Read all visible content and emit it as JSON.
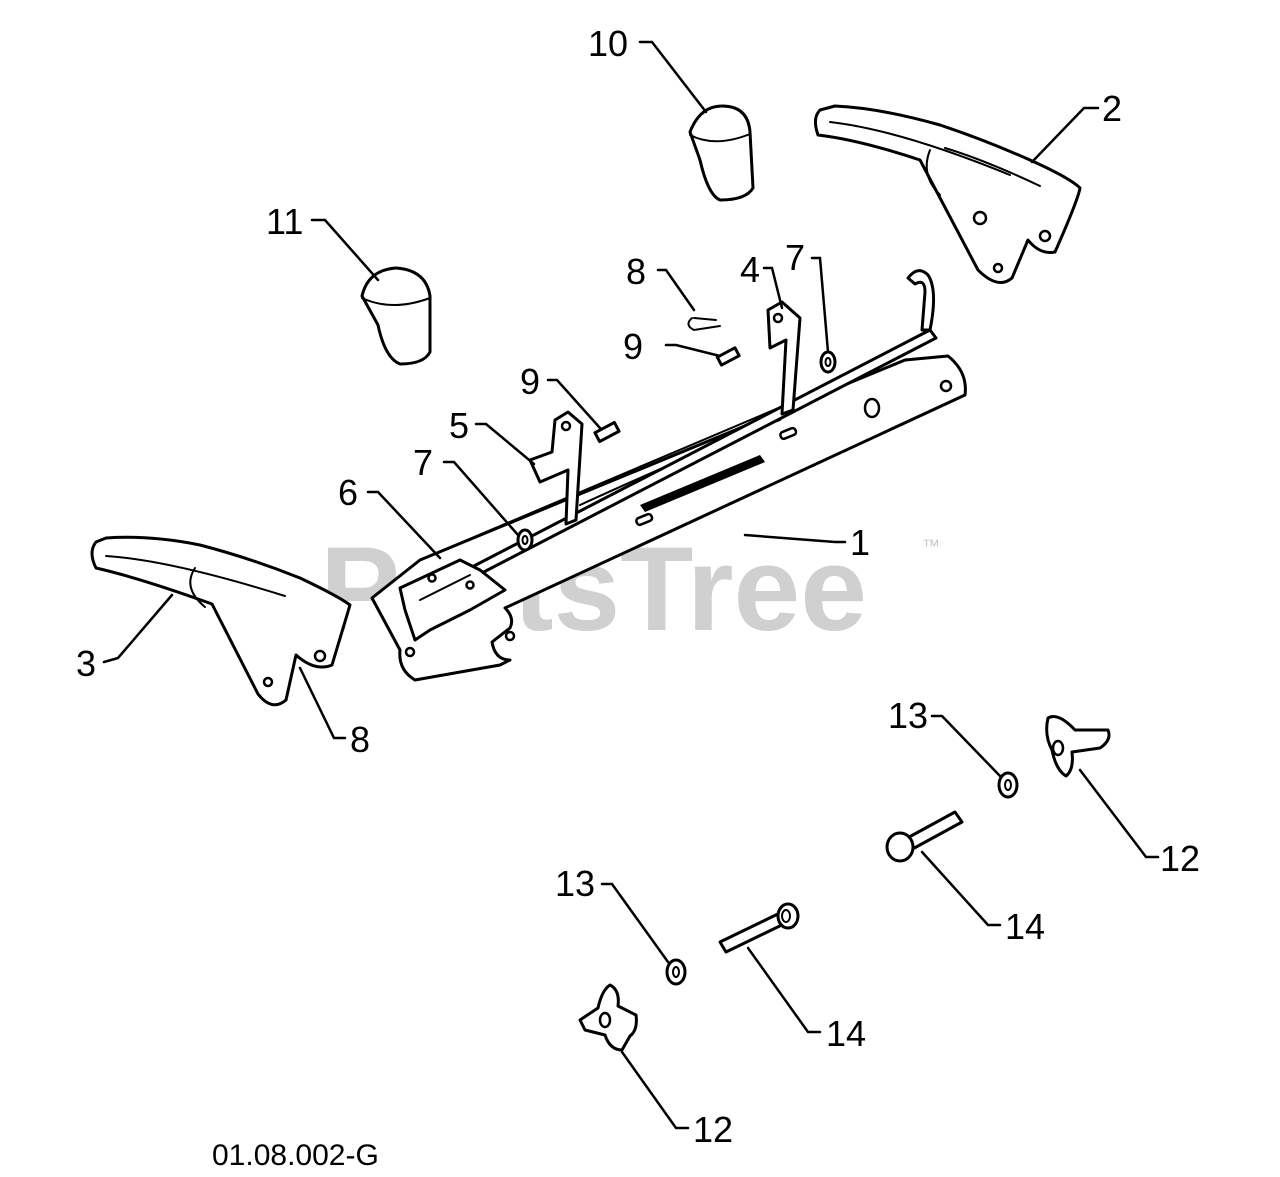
{
  "watermark": {
    "brand": "PartsTree",
    "tm": "™"
  },
  "diagram_code": "01.08.002-G",
  "callouts": {
    "c1": "1",
    "c2": "2",
    "c3": "3",
    "c4": "4",
    "c5": "5",
    "c6": "6",
    "c7a": "7",
    "c7b": "7",
    "c8a": "8",
    "c8b": "8",
    "c9a": "9",
    "c9b": "9",
    "c10": "10",
    "c11": "11",
    "c12a": "12",
    "c12b": "12",
    "c13a": "13",
    "c13b": "13",
    "c14a": "14",
    "c14b": "14"
  }
}
